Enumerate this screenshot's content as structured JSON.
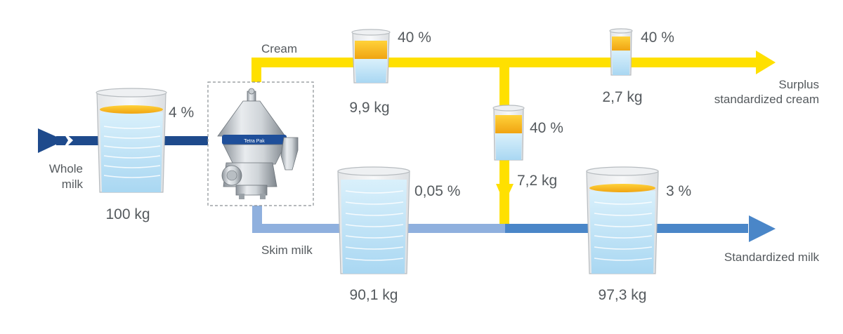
{
  "whole_milk": {
    "label_line1": "Whole",
    "label_line2": "milk",
    "mass": "100 kg",
    "fat": "4 %"
  },
  "cream": {
    "label": "Cream",
    "mass": "9,9 kg",
    "fat": "40 %"
  },
  "cream_to_milk": {
    "mass": "7,2 kg",
    "fat": "40 %"
  },
  "surplus_cream": {
    "label_line1": "Surplus",
    "label_line2": "standardized cream",
    "mass": "2,7 kg",
    "fat": "40 %"
  },
  "skim_milk": {
    "label": "Skim milk",
    "mass": "90,1 kg",
    "fat": "0,05 %"
  },
  "standardized_milk": {
    "label": "Standardized milk",
    "mass": "97,3 kg",
    "fat": "3 %"
  },
  "separator": {
    "brand": "Tetra Pak"
  },
  "colors": {
    "whole_milk_line": "#1e4a8c",
    "cream_line": "#ffe000",
    "skim_milk_line": "#8fb0de",
    "standardized_milk_line": "#4a86c8",
    "milk_fill": "#bfe3f7",
    "cream_fill": "#f5b61c",
    "text": "#555a5e"
  }
}
